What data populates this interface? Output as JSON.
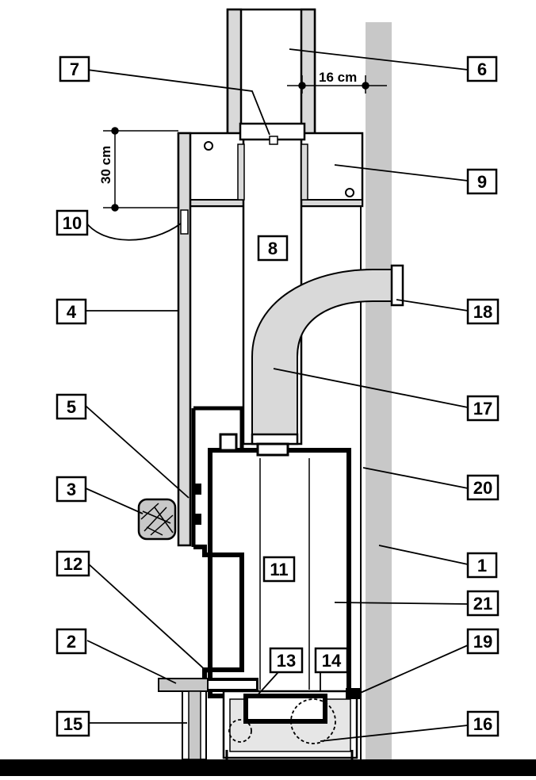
{
  "callouts": [
    {
      "id": "1",
      "text": "1"
    },
    {
      "id": "2",
      "text": "2"
    },
    {
      "id": "3",
      "text": "3"
    },
    {
      "id": "4",
      "text": "4"
    },
    {
      "id": "5",
      "text": "5"
    },
    {
      "id": "6",
      "text": "6"
    },
    {
      "id": "7",
      "text": "7"
    },
    {
      "id": "8",
      "text": "8"
    },
    {
      "id": "9",
      "text": "9"
    },
    {
      "id": "10",
      "text": "10"
    },
    {
      "id": "11",
      "text": "11"
    },
    {
      "id": "12",
      "text": "12"
    },
    {
      "id": "13",
      "text": "13"
    },
    {
      "id": "14",
      "text": "14"
    },
    {
      "id": "15",
      "text": "15"
    },
    {
      "id": "16",
      "text": "16"
    },
    {
      "id": "17",
      "text": "17"
    },
    {
      "id": "18",
      "text": "18"
    },
    {
      "id": "19",
      "text": "19"
    },
    {
      "id": "20",
      "text": "20"
    },
    {
      "id": "21",
      "text": "21"
    }
  ],
  "dimensions": {
    "vertical": "30 cm",
    "horizontal": "16 cm"
  },
  "colors": {
    "stroke": "#000000",
    "wall": "#c8c8c8",
    "duct": "#d9d9d9",
    "light_fill": "#e6e6e6",
    "background": "#ffffff"
  }
}
